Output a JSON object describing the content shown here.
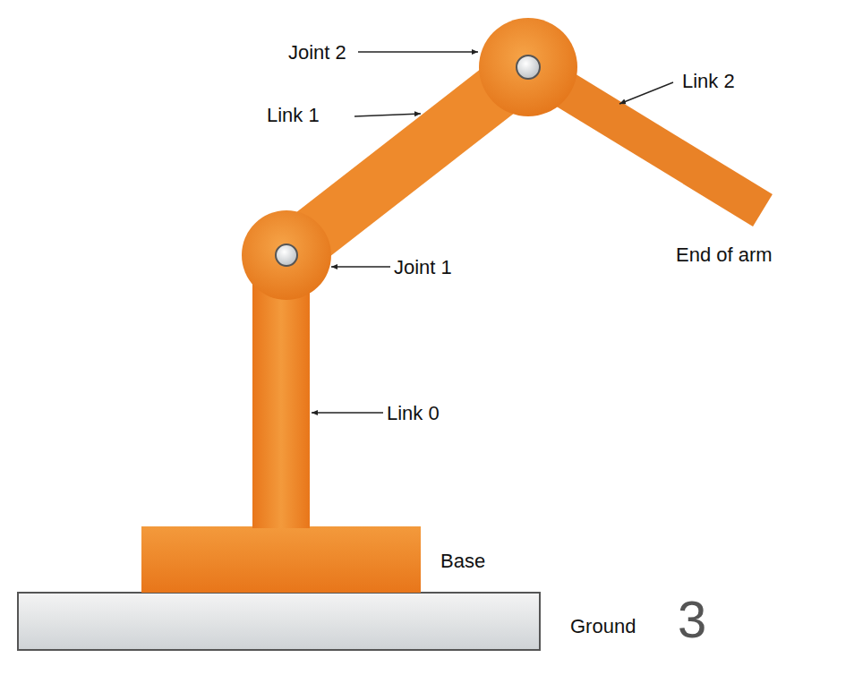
{
  "diagram": {
    "labels": [
      "Joint 2",
      "Link 2",
      "Link 1",
      "Joint 1",
      "End of arm",
      "Link 0",
      "Base",
      "Ground",
      "3"
    ]
  }
}
